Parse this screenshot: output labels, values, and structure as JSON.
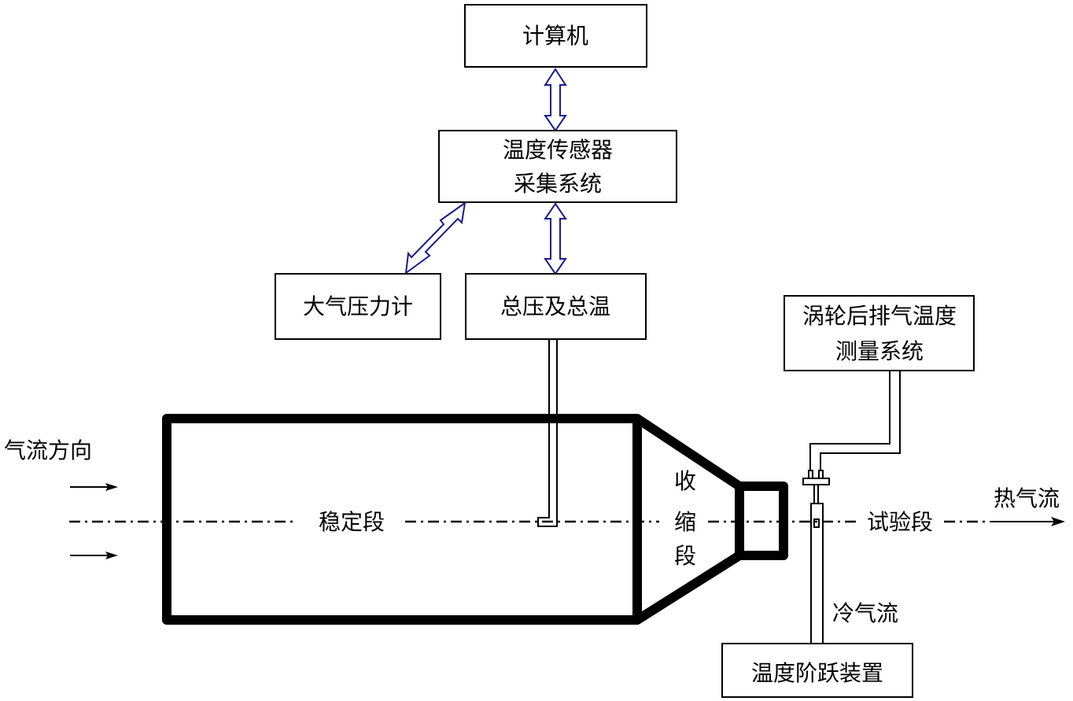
{
  "diagram": {
    "boxes": {
      "computer": "计算机",
      "acquisition_line1": "温度传感器",
      "acquisition_line2": "采集系统",
      "barometer": "大气压力计",
      "total_pressure_temp": "总压及总温",
      "exhaust_line1": "涡轮后排气温度",
      "exhaust_line2": "测量系统",
      "temp_step_device": "温度阶跃装置"
    },
    "labels": {
      "airflow_direction": "气流方向",
      "settling_section": "稳定段",
      "contraction_1": "收",
      "contraction_2": "缩",
      "contraction_3": "段",
      "test_section": "试验段",
      "hot_flow": "热气流",
      "cold_flow": "冷气流"
    },
    "colors": {
      "link_arrow": "#1a1a8c",
      "line": "#000000"
    }
  }
}
